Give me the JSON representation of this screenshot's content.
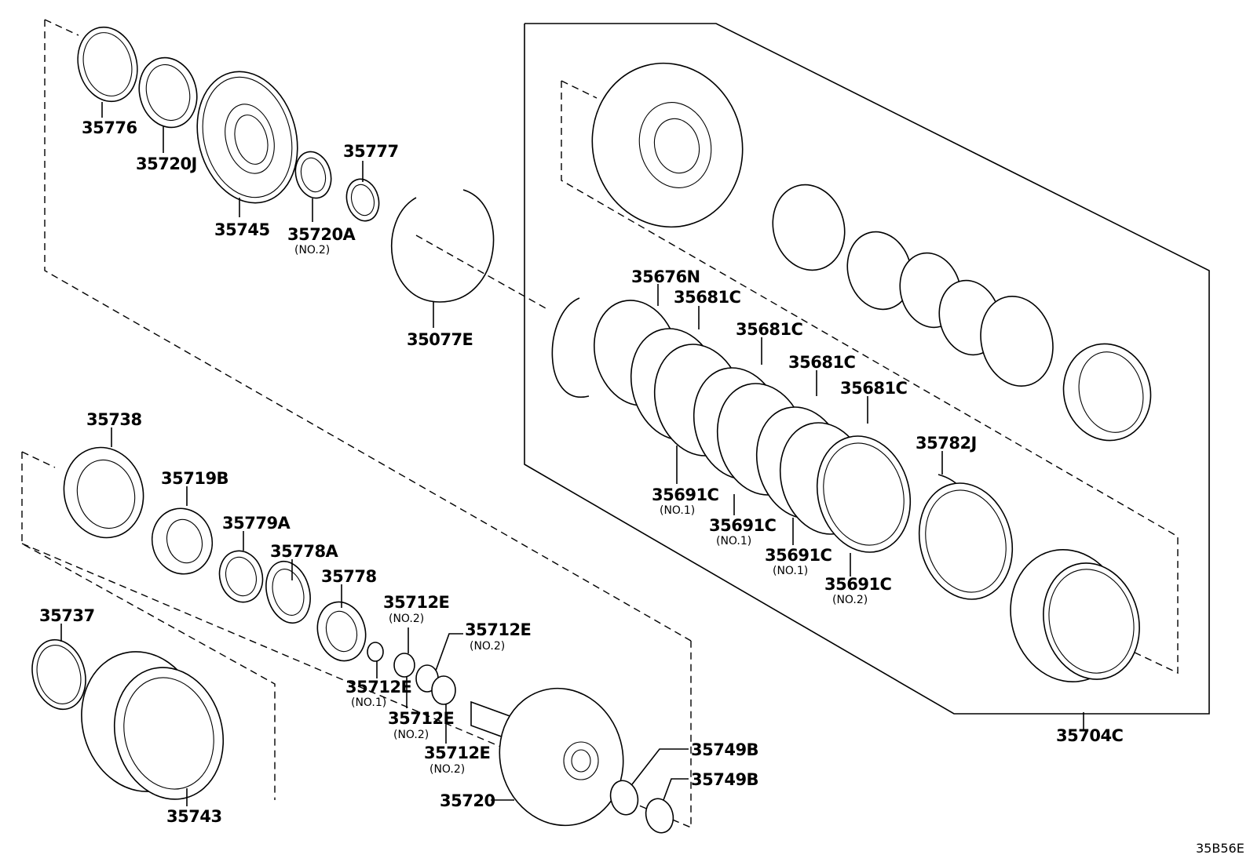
{
  "diagram_code": "35B56E",
  "parts": {
    "p35776": "35776",
    "p35720J": "35720J",
    "p35745": "35745",
    "p35720A": "35720A",
    "p35720A_note": "(NO.2)",
    "p35777": "35777",
    "p35077E": "35077E",
    "p35676N": "35676N",
    "p35681C_1": "35681C",
    "p35681C_2": "35681C",
    "p35681C_3": "35681C",
    "p35681C_4": "35681C",
    "p35691C_1": "35691C",
    "p35691C_1_note": "(NO.1)",
    "p35691C_2": "35691C",
    "p35691C_2_note": "(NO.1)",
    "p35691C_3": "35691C",
    "p35691C_3_note": "(NO.1)",
    "p35691C_4": "35691C",
    "p35691C_4_note": "(NO.2)",
    "p35782J": "35782J",
    "p35704C": "35704C",
    "p35738": "35738",
    "p35719B": "35719B",
    "p35779A": "35779A",
    "p35778A": "35778A",
    "p35778": "35778",
    "p35712E_a": "35712E",
    "p35712E_a_note": "(NO.2)",
    "p35712E_b": "35712E",
    "p35712E_b_note": "(NO.2)",
    "p35712E_c": "35712E",
    "p35712E_c_note": "(NO.1)",
    "p35712E_d": "35712E",
    "p35712E_d_note": "(NO.2)",
    "p35712E_e": "35712E",
    "p35712E_e_note": "(NO.2)",
    "p35737": "35737",
    "p35743": "35743",
    "p35720": "35720",
    "p35749B_1": "35749B",
    "p35749B_2": "35749B"
  }
}
